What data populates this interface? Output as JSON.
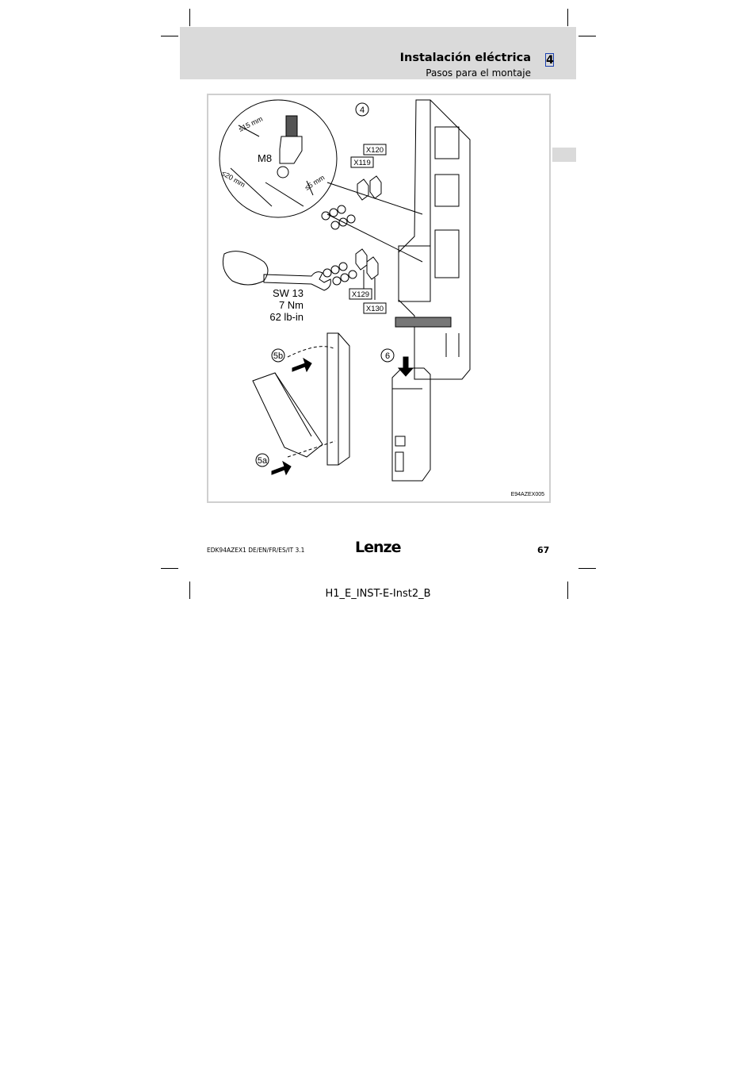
{
  "header": {
    "title": "Instalación eléctrica",
    "subtitle": "Pasos para el montaje",
    "chapter_number": "4"
  },
  "figure": {
    "step_labels": [
      "4",
      "5b",
      "6",
      "5a"
    ],
    "detail_labels": {
      "bolt": "M8",
      "dim_length": "≤15 mm",
      "dim_width": "≤20 mm",
      "dim_offset": "≤5 mm"
    },
    "connector_labels": [
      "X120",
      "X119",
      "X129",
      "X130"
    ],
    "wrench_spec": [
      "SW 13",
      "7 Nm",
      "62 lb-in"
    ],
    "figure_id": "E94AZEX005"
  },
  "footer": {
    "doc_code": "EDK94AZEX1  DE/EN/FR/ES/IT  3.1",
    "logo": "Lenze",
    "page_number": "67"
  },
  "slug": "H1_E_INST-E-Inst2_B"
}
